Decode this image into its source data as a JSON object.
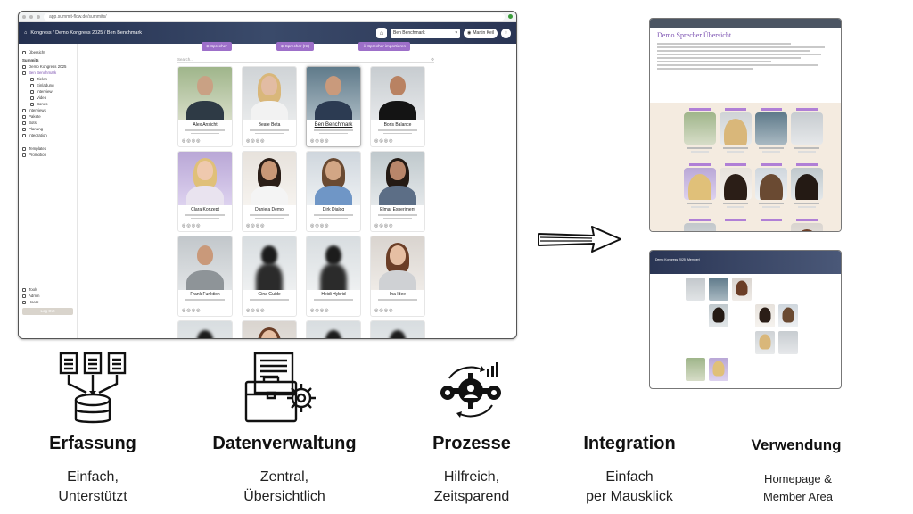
{
  "browser": {
    "url": "app.summit-flow.de/summits/",
    "breadcrumb": "Kongress / Demo Kongress 2025 / Ben Benchmark",
    "select_value": "Ben Benchmark",
    "user_name": "Martin Keil"
  },
  "sidebar": {
    "overview": "Übersicht",
    "summits_head": "Summits",
    "summit_name": "Demo Kongress 2025",
    "speaker": "Ben Benchmark",
    "sub_items": [
      "Zielen",
      "Einladung",
      "Interview",
      "Video",
      "Bonus"
    ],
    "items": [
      "Interviews",
      "Pakete",
      "Bots",
      "Planung",
      "Integration"
    ],
    "items2": [
      "Templates",
      "Promotion"
    ],
    "bottom_items": [
      "Tools",
      "Admin",
      "Users"
    ],
    "logout": "Log Out"
  },
  "actions": [
    "Sprecher",
    "Sprecher (KI)",
    "Sprecher importieren"
  ],
  "search_placeholder": "Search...",
  "speakers": [
    {
      "name": "Alex Ansicht",
      "photo": "man-beard-green"
    },
    {
      "name": "Beate Beta",
      "photo": "woman-blonde-grey"
    },
    {
      "name": "Ben Benchmark",
      "photo": "man-suit-red-tie"
    },
    {
      "name": "Boris Balance",
      "photo": "man-black-shirt"
    },
    {
      "name": "Clara Konzept",
      "photo": "woman-blonde-purple"
    },
    {
      "name": "Daniela Demo",
      "photo": "woman-dark-hair"
    },
    {
      "name": "Dirk Dialog",
      "photo": "man-long-hair"
    },
    {
      "name": "Elmar Experiment",
      "photo": "man-curly-beard"
    },
    {
      "name": "Frank Funktion",
      "photo": "man-grey-tshirt"
    },
    {
      "name": "Gina Guide",
      "photo": "silhouette"
    },
    {
      "name": "Heidi Hybrid",
      "photo": "silhouette"
    },
    {
      "name": "Ina Idee",
      "photo": "woman-brown-hair"
    }
  ],
  "preview": {
    "title": "Demo Sprecher Übersicht",
    "member_title": "Demo Kongress 2025 (Member)"
  },
  "features": [
    {
      "title": "Erfassung",
      "sub1": "Einfach,",
      "sub2": "Unterstützt",
      "icon": "documents-to-database-icon"
    },
    {
      "title": "Datenverwaltung",
      "sub1": "Zentral,",
      "sub2": "Übersichtlich",
      "icon": "briefcase-gear-icon"
    },
    {
      "title": "Prozesse",
      "sub1": "Hilfreich,",
      "sub2": "Zeitsparend",
      "icon": "gears-cycle-icon"
    },
    {
      "title": "Integration",
      "sub1": "Einfach",
      "sub2": "per Mausklick",
      "icon": "none"
    },
    {
      "title": "Verwendung",
      "sub1": "Homepage &",
      "sub2": "Member Area",
      "icon": "none"
    }
  ],
  "colors": {
    "accent": "#9d6fc9",
    "appbar": "#2a3554",
    "band": "#f4ebe0"
  }
}
